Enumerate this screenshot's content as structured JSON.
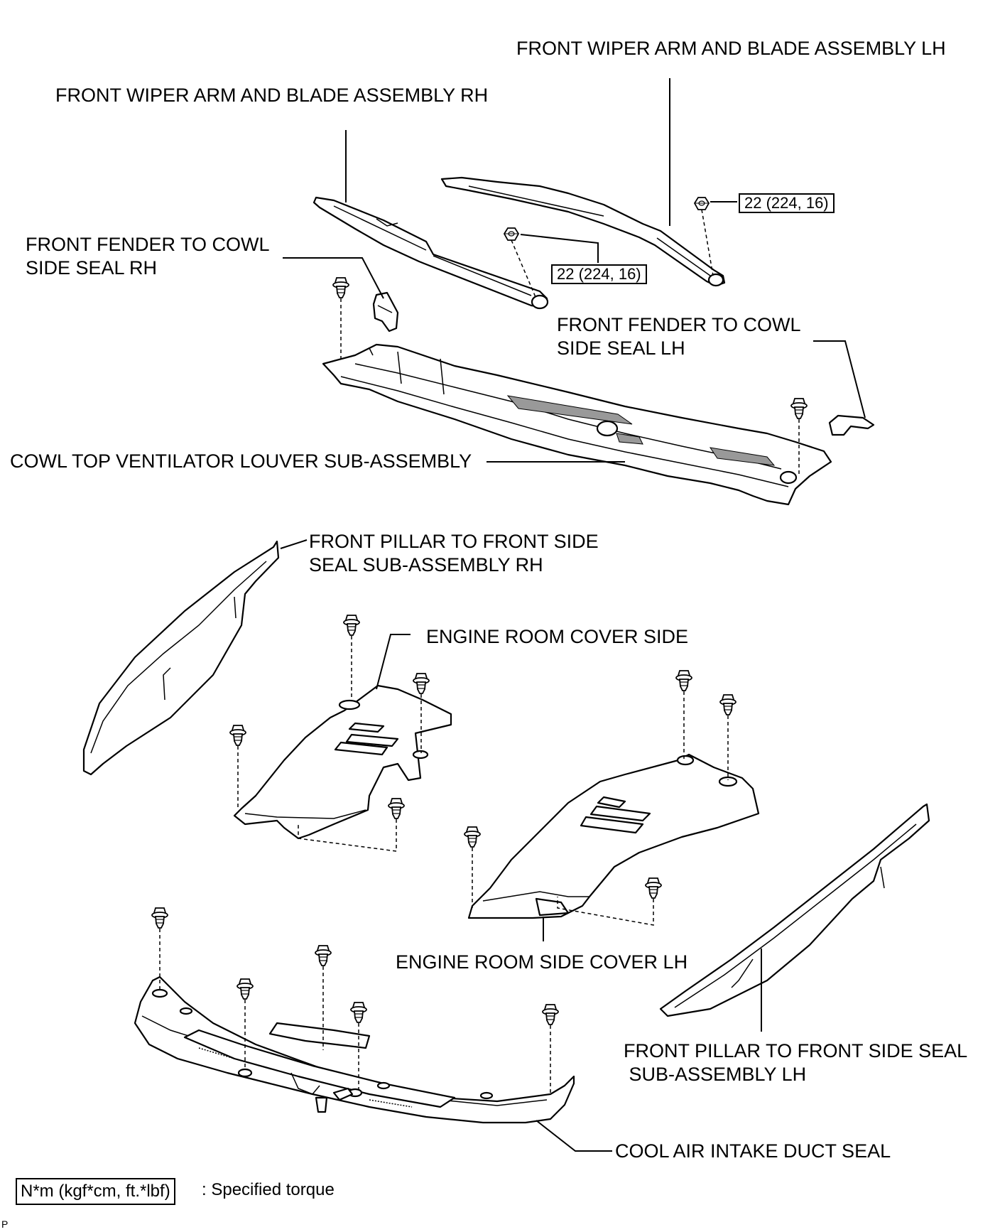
{
  "labels": {
    "wiper_lh": "FRONT WIPER ARM AND BLADE ASSEMBLY LH",
    "wiper_rh": "FRONT WIPER ARM AND BLADE ASSEMBLY RH",
    "fender_seal_rh": "FRONT FENDER TO COWL\nSIDE SEAL RH",
    "fender_seal_lh": "FRONT FENDER TO COWL\nSIDE SEAL LH",
    "cowl_louver": "COWL TOP VENTILATOR LOUVER SUB-ASSEMBLY",
    "pillar_seal_rh": "FRONT PILLAR TO FRONT SIDE\nSEAL SUB-ASSEMBLY RH",
    "engine_cover_side": "ENGINE ROOM COVER SIDE",
    "engine_side_cover_lh": "ENGINE ROOM SIDE COVER LH",
    "pillar_seal_lh": "FRONT PILLAR TO FRONT SIDE SEAL\n SUB-ASSEMBLY LH",
    "cool_air_seal": "COOL AIR INTAKE DUCT SEAL"
  },
  "torques": {
    "torque_lh": "22 (224, 16)",
    "torque_rh": "22 (224, 16)"
  },
  "legend": {
    "unit_box": "N*m (kgf*cm, ft.*lbf)",
    "text": ": Specified torque"
  },
  "figure_id": "P"
}
